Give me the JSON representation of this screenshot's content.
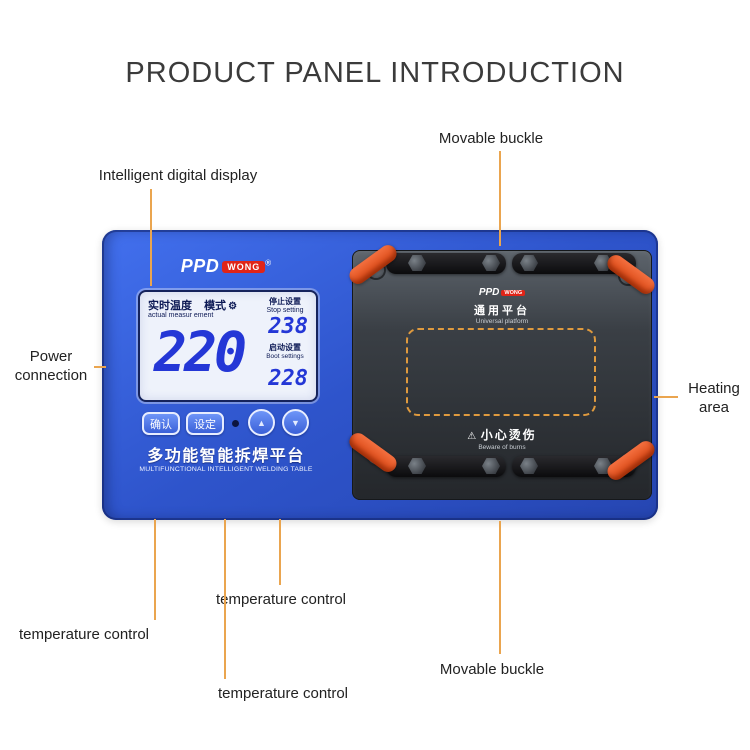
{
  "title": "PRODUCT PANEL INTRODUCTION",
  "callouts": {
    "movable_buckle_top": "Movable buckle",
    "intelligent_display": "Intelligent digital display",
    "power_connection": "Power\nconnection",
    "heating_area": "Heating\narea",
    "temperature_control_left": "temperature control",
    "temperature_control_middle": "temperature control",
    "temperature_control_bottom": "temperature control",
    "movable_buckle_bottom": "Movable buckle"
  },
  "device": {
    "brand": "PPD",
    "brand_badge": "WONG",
    "registered_mark": "®",
    "display": {
      "realtime_label_cn": "实时温度",
      "mode_label_cn": "模式",
      "mode_icon": "⚙",
      "realtime_label_en": "actual measur ement",
      "stop_label_cn": "停止设置",
      "stop_label_en": "Stop setting",
      "boot_label_cn": "启动设置",
      "boot_label_en": "Boot settings",
      "current_temp": "220",
      "stop_temp": "238",
      "boot_temp": "228"
    },
    "buttons": {
      "confirm_label": "确认",
      "set_label": "设定",
      "up_icon": "▲",
      "down_icon": "▼"
    },
    "name_cn": "多功能智能拆焊平台",
    "name_en": "MULTIFUNCTIONAL INTELLIGENT WELDING TABLE",
    "platform": {
      "brand": "PPD",
      "brand_badge": "WONG",
      "universal_cn": "通用平台",
      "universal_en": "Universal platform",
      "warning_icon": "⚠",
      "warning_cn": "小心烫伤",
      "warning_en": "Beware of burns"
    }
  },
  "colors": {
    "callout_line": "#eaa54f",
    "device_blue": "#2e54cb",
    "clamp_orange": "#e5531f",
    "digit_blue": "#2437d6",
    "badge_red": "#e02418"
  }
}
